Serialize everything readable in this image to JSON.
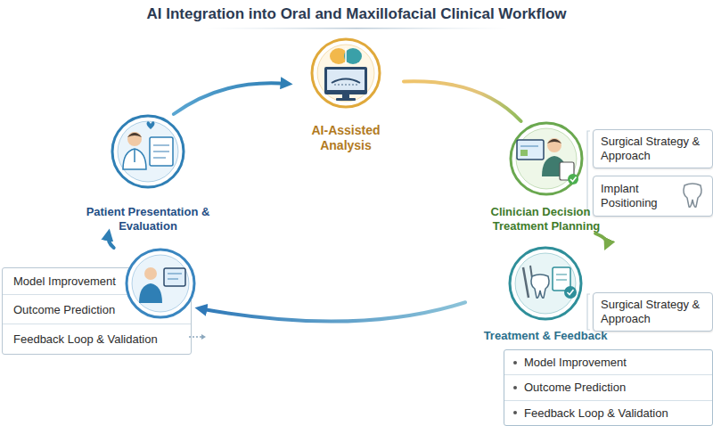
{
  "diagram": {
    "title": "AI Integration into Oral and Maxillofacial Clinical Workflow",
    "nodes": [
      {
        "text": [
          "AI-Assisted Analysis"
        ]
      },
      {
        "text": [
          "Patient Presentation & Evaluation"
        ]
      },
      {
        "text": [
          "Clinician Decision & Treatment Planning"
        ]
      },
      {
        "text": [
          "Surgical Strategy & Approach"
        ]
      },
      {
        "text": [
          "Implant Positioning"
        ]
      },
      {
        "text": [
          "Model Improvement",
          "Outcome Prediction",
          "Feedback Loop & Validation"
        ]
      },
      {
        "text": [
          "Treatment & Feedback"
        ]
      },
      {
        "text": [
          "Surgical Strategy & Approach"
        ]
      },
      {
        "text": [
          "Model Improvement",
          "Outcome Prediction",
          "Feedback Loop & Validation"
        ]
      }
    ],
    "edges": [
      {
        "from": 1,
        "to": 0,
        "arrow": "to"
      },
      {
        "from": 0,
        "to": 2,
        "arrow": "none"
      },
      {
        "from": 2,
        "to": 6,
        "arrow": "to"
      },
      {
        "from": 6,
        "to": 5,
        "arrow": "to"
      },
      {
        "from": 5,
        "to": 1,
        "arrow": "to"
      }
    ]
  }
}
